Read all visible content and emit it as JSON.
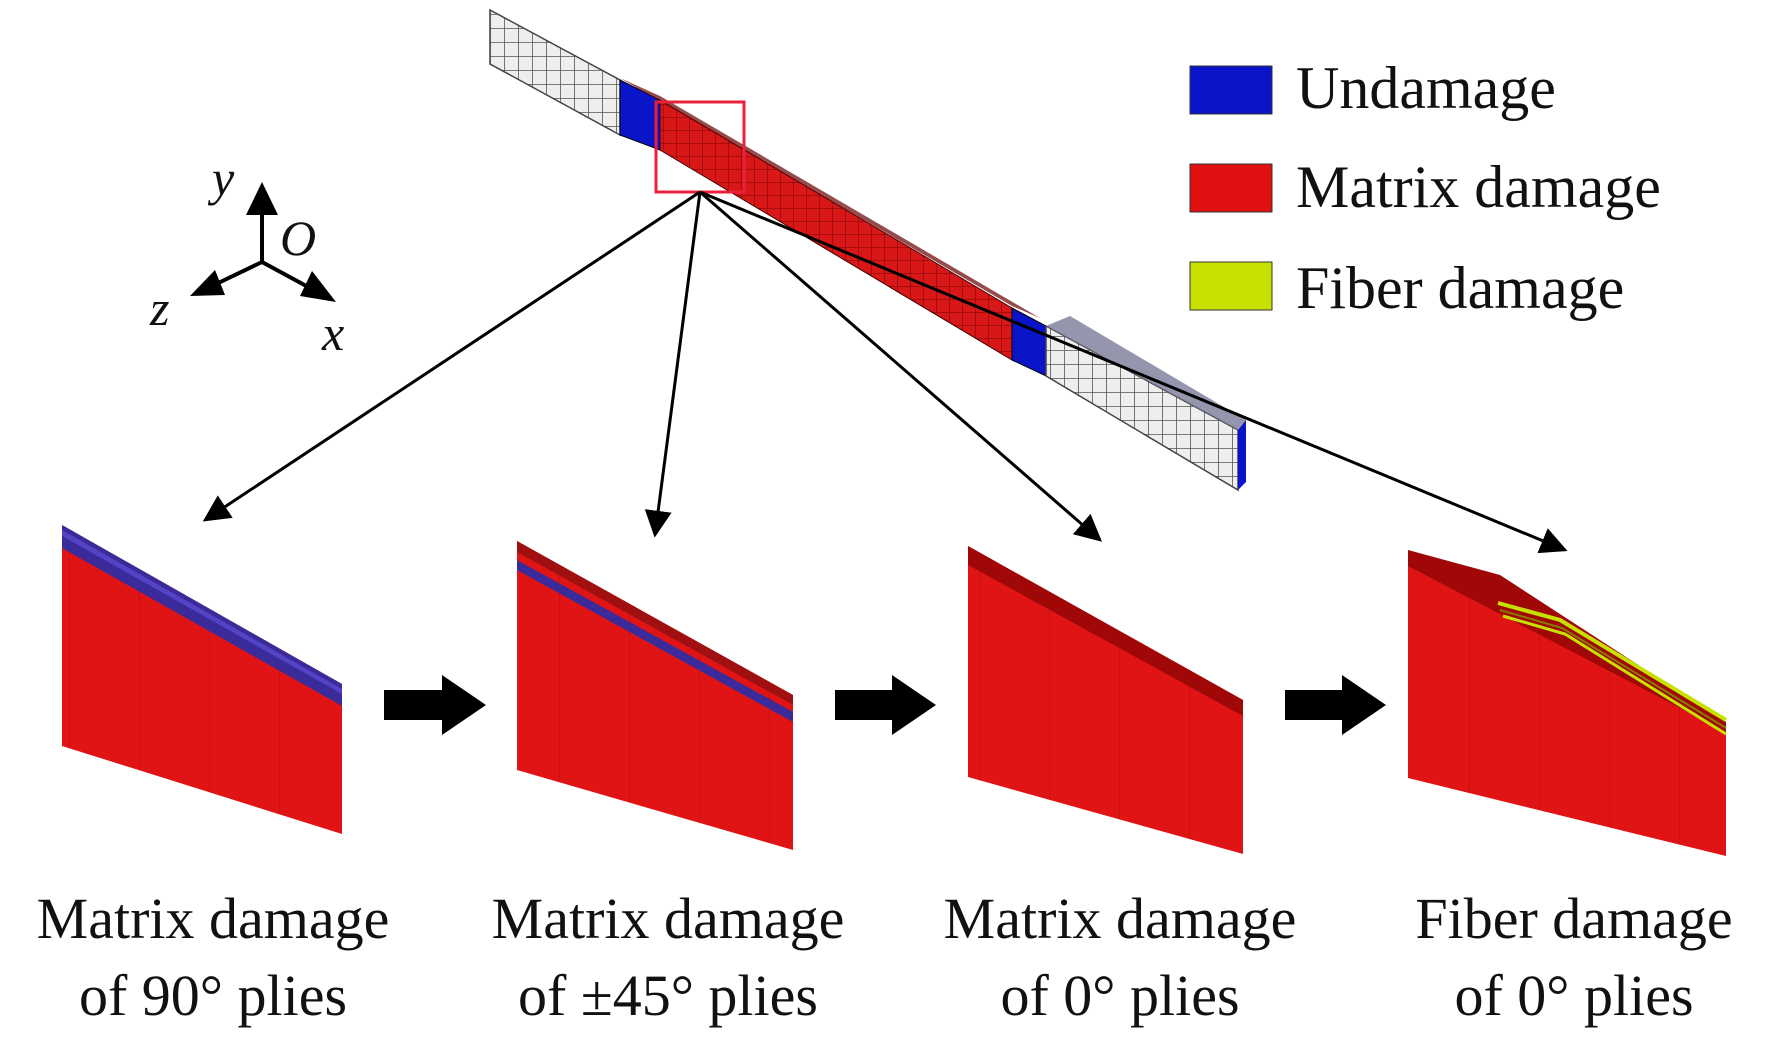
{
  "legend": {
    "items": [
      {
        "label": "Undamage",
        "color": "#0a14c8"
      },
      {
        "label": "Matrix damage",
        "color": "#e01010"
      },
      {
        "label": "Fiber damage",
        "color": "#c8e000"
      }
    ]
  },
  "axes": {
    "y": "y",
    "origin": "O",
    "z": "z",
    "x": "x"
  },
  "panels": [
    {
      "line1": "Matrix damage",
      "line2": "of 90° plies"
    },
    {
      "line1": "Matrix damage",
      "line2": "of ±45° plies"
    },
    {
      "line1": "Matrix damage",
      "line2": "of 0° plies"
    },
    {
      "line1": "Fiber damage",
      "line2": "of 0° plies"
    }
  ],
  "colors": {
    "undamage": "#0a14c8",
    "matrix": "#e01010",
    "matrix_dark": "#a00808",
    "fiber": "#c8e000",
    "mesh": "#e8e8e8",
    "highlight": "#e8203a"
  }
}
